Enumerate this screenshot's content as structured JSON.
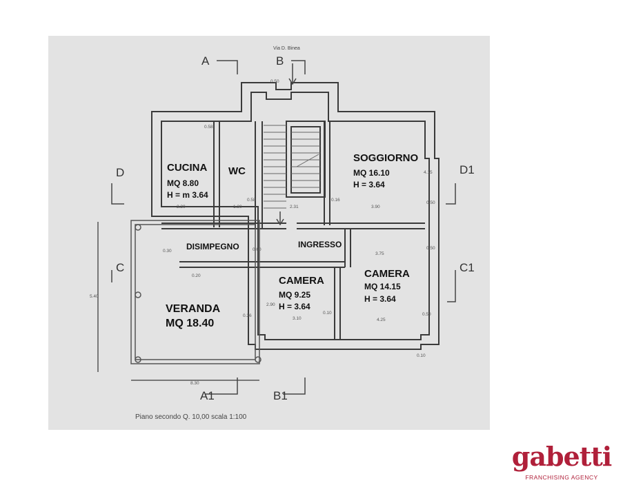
{
  "street_label": "Via D. Binea",
  "rooms": [
    {
      "id": "cucina",
      "name": "CUCINA",
      "area": "MQ 8.80",
      "height": "H = m 3.64"
    },
    {
      "id": "wc",
      "name": "WC"
    },
    {
      "id": "soggiorno",
      "name": "SOGGIORNO",
      "area": "MQ 16.10",
      "height": "H = 3.64"
    },
    {
      "id": "disimpegno",
      "name": "DISIMPEGNO"
    },
    {
      "id": "ingresso",
      "name": "INGRESSO"
    },
    {
      "id": "camera-1",
      "name": "CAMERA",
      "area": "MQ 9.25",
      "height": "H = 3.64"
    },
    {
      "id": "camera-2",
      "name": "CAMERA",
      "area": "MQ 14.15",
      "height": "H =  3.64"
    },
    {
      "id": "veranda",
      "name": "VERANDA",
      "area": "MQ 18.40"
    }
  ],
  "section_markers": [
    "A",
    "B",
    "C",
    "D",
    "A1",
    "B1",
    "C1",
    "D1"
  ],
  "dimensions": [
    "0.58",
    "0.50",
    "2.20",
    "1.30",
    "0.58",
    "2.31",
    "0.16",
    "3.90",
    "0.50",
    "0.30",
    "0.60",
    "3.75",
    "0.50",
    "0.20",
    "0.36",
    "3.10",
    "0.10",
    "4.25",
    "0.50",
    "8.30",
    "5.40",
    "2.90",
    "4.15",
    "0.10"
  ],
  "caption": "Piano secondo Q. 10,00    scala 1:100",
  "logo": {
    "name": "gabetti",
    "tagline": "FRANCHISING AGENCY",
    "color": "#b0203a"
  }
}
